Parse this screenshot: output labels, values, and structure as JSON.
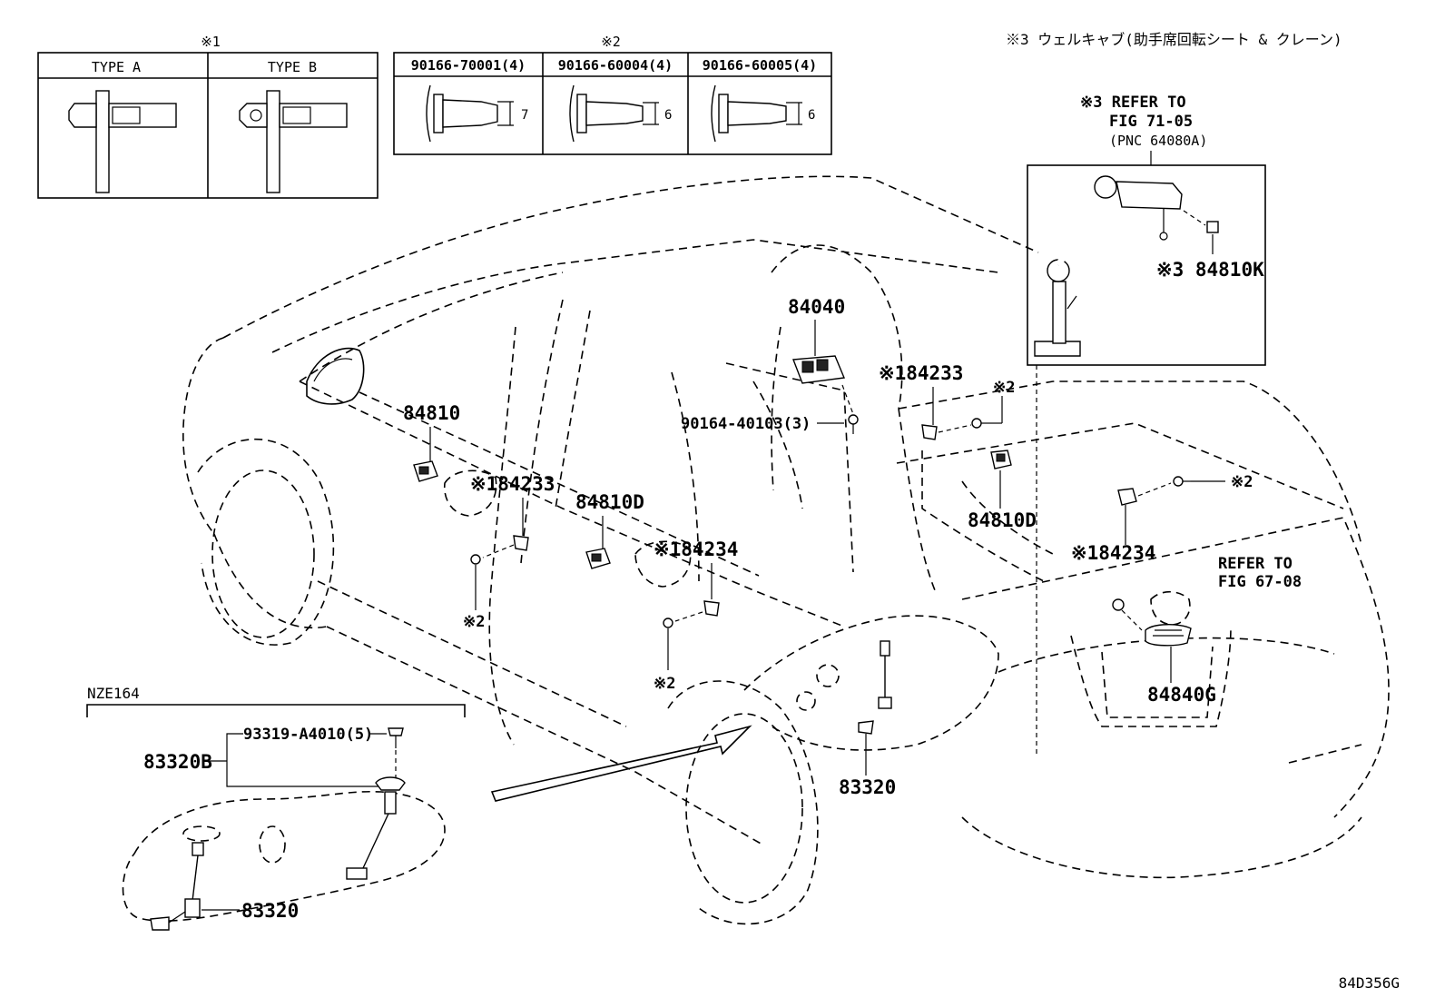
{
  "note_box1": {
    "marker": "※1",
    "type_a": "TYPE A",
    "type_b": "TYPE B"
  },
  "note_box2": {
    "marker": "※2",
    "col1": "90166-70001(4)",
    "col2": "90166-60004(4)",
    "col3": "90166-60005(4)",
    "dim1": "7",
    "dim2": "6",
    "dim3": "6"
  },
  "note3_header": "※3 ウェルキャブ(助手席回転シート & クレーン)",
  "inset_refer": {
    "line1": "※3 REFER TO",
    "line2": "FIG 71-05",
    "line3": "(PNC 64080A)",
    "part": "※3 84810K"
  },
  "labels": {
    "p84040": "84040",
    "p90164": "90164-40103(3)",
    "p84233_right": "※184233",
    "note2_right_top": "※2",
    "p84810": "84810",
    "p84233_left": "※184233",
    "note2_left": "※2",
    "p84810D_mid": "84810D",
    "p84234_mid": "※184234",
    "note2_mid": "※2",
    "p84810D_right": "84810D",
    "note2_rear": "※2",
    "p84234_rear": "※184234",
    "refer_rear_1": "REFER TO",
    "refer_rear_2": "FIG 67-08",
    "p84840G": "84840G",
    "p83320_main": "83320"
  },
  "nze_inset": {
    "title": "NZE164",
    "p93319": "93319-A4010(5)",
    "p83320B": "83320B",
    "p83320": "83320"
  },
  "figure_code": "84D356G"
}
